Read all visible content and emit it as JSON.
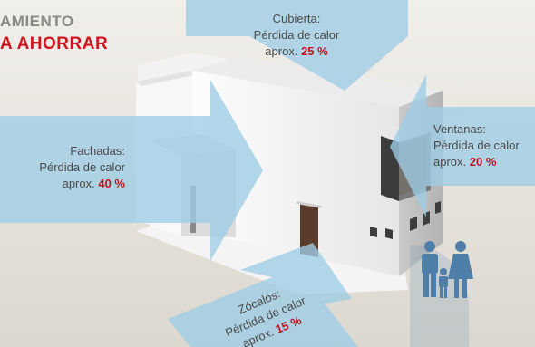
{
  "header": {
    "line1": "AMIENTO",
    "line2": "A AHORRAR"
  },
  "labels": {
    "fachadas": {
      "title": "Fachadas:",
      "text": "Pérdida de calor",
      "prefix": "aprox.",
      "pct": "40 %"
    },
    "cubierta": {
      "title": "Cubierta:",
      "text": "Pérdida de calor",
      "prefix": "aprox.",
      "pct": "25 %"
    },
    "ventanas": {
      "title": "Ventanas:",
      "text": "Pérdida de calor",
      "prefix": "aprox.",
      "pct": "20 %"
    },
    "zocalos": {
      "title": "Zócalos:",
      "text": "Pérdida de calor",
      "prefix": "aprox.",
      "pct": "15 %"
    }
  },
  "colors": {
    "arrow": "#9fcde6",
    "accent": "#c0141e",
    "headline_gray": "#8a8a8a",
    "headline_red": "#d0151f",
    "background": "#ebe8e2"
  },
  "icons": [
    "house-illustration",
    "family-icon"
  ]
}
